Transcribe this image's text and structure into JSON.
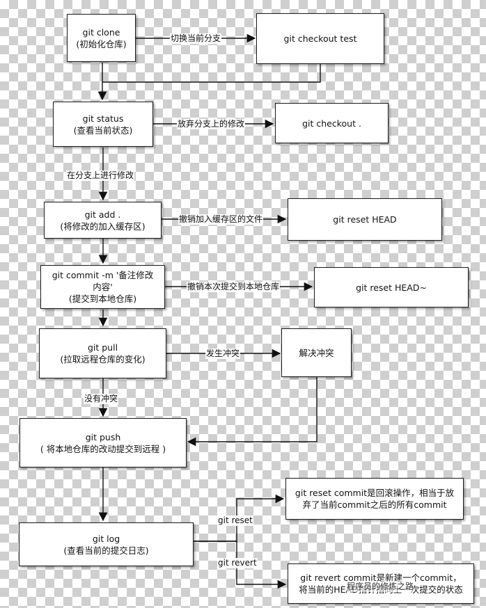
{
  "nodes": {
    "clone": {
      "line1": "git clone",
      "line2": "(初始化仓库)"
    },
    "checkout_test": {
      "line1": "git checkout test"
    },
    "status": {
      "line1": "git status",
      "line2": "(查看当前状态)"
    },
    "checkout_dot": {
      "line1": "git checkout ."
    },
    "add": {
      "line1": "git add .",
      "line2": "(将修改的加入缓存区)"
    },
    "reset_head": {
      "line1": "git reset HEAD"
    },
    "commit": {
      "line1": "git commit -m '备注修改",
      "line2": "内容'",
      "line3": "(提交到本地仓库)"
    },
    "reset_head_tilde": {
      "line1": "git reset HEAD~"
    },
    "pull": {
      "line1": "git pull",
      "line2": "(拉取远程仓库的变化)"
    },
    "resolve": {
      "line1": "解决冲突"
    },
    "push": {
      "line1": "git push",
      "line2": "( 将本地仓库的改动提交到远程 )"
    },
    "log": {
      "line1": "git log",
      "line2": "(查看当前的提交日志)"
    },
    "reset_commit": {
      "line1": "git reset commit是回滚操作，相当于放",
      "line2": "弃了当前commit之后的所有commit"
    },
    "revert_commit": {
      "line1": "git revert commit是新建一个commit，",
      "line2": "将当前的HEAD指针指向上一次提交的状态"
    }
  },
  "edges": {
    "switch_branch": "切换当前分支",
    "discard_changes": "放弃分支上的修改",
    "modify_on_branch": "在分支上进行修改",
    "undo_add": "撤销加入缓存区的文件",
    "undo_commit": "撤销本次提交到本地仓库",
    "conflict": "发生冲突",
    "no_conflict": "没有冲突",
    "git_reset": "git reset",
    "git_revert": "git revert"
  },
  "watermark": "程序员的修炼之路"
}
